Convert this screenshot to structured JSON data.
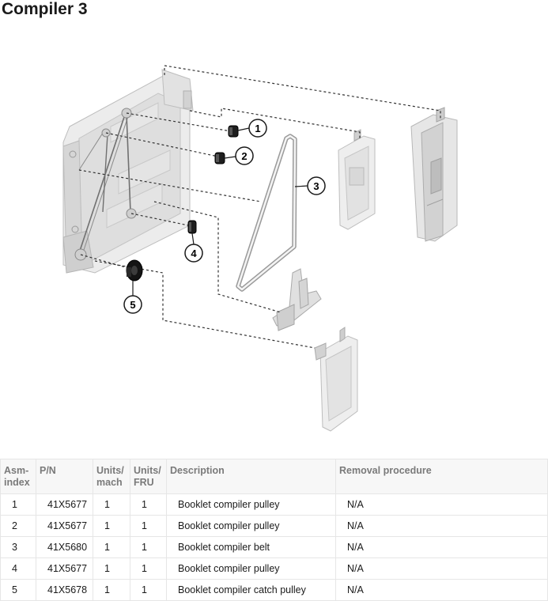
{
  "page": {
    "title": "Compiler 3"
  },
  "callouts": [
    "1",
    "2",
    "3",
    "4",
    "5"
  ],
  "table": {
    "headers": {
      "asm": "Asm-\nindex",
      "pn": "P/N",
      "units_mach": "Units/\nmach",
      "units_fru": "Units/\nFRU",
      "description": "Description",
      "removal": "Removal procedure"
    },
    "rows": [
      {
        "asm": "1",
        "pn": "41X5677",
        "units_mach": "1",
        "units_fru": "1",
        "description": "Booklet compiler pulley",
        "removal": "N/A"
      },
      {
        "asm": "2",
        "pn": "41X5677",
        "units_mach": "1",
        "units_fru": "1",
        "description": "Booklet compiler pulley",
        "removal": "N/A"
      },
      {
        "asm": "3",
        "pn": "41X5680",
        "units_mach": "1",
        "units_fru": "1",
        "description": "Booklet compiler belt",
        "removal": "N/A"
      },
      {
        "asm": "4",
        "pn": "41X5677",
        "units_mach": "1",
        "units_fru": "1",
        "description": "Booklet compiler pulley",
        "removal": "N/A"
      },
      {
        "asm": "5",
        "pn": "41X5678",
        "units_mach": "1",
        "units_fru": "1",
        "description": "Booklet compiler catch pulley",
        "removal": "N/A"
      }
    ]
  }
}
